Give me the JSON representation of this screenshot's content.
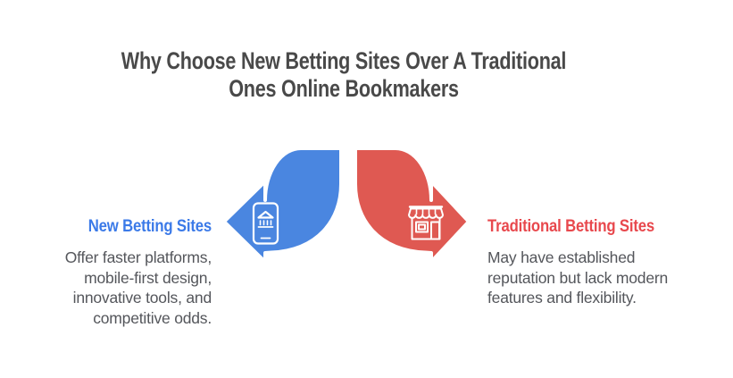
{
  "title": {
    "line1": "Why Choose New Betting Sites Over A Traditional",
    "line2": "Ones Online Bookmakers"
  },
  "comparison": {
    "left": {
      "label": "New Betting Sites",
      "description_lines": [
        "Offer faster platforms,",
        "mobile-first design,",
        "innovative tools, and",
        "competitive odds."
      ],
      "icon": "mobile-phone-betting-app-icon"
    },
    "right": {
      "label": "Traditional Betting Sites",
      "description_lines": [
        "May have established",
        "reputation but lack modern",
        "features and flexibility."
      ],
      "icon": "storefront-icon"
    }
  },
  "colors": {
    "background": "#ffffff",
    "title_text": "#494949",
    "body_text": "#54565b",
    "left_accent_text": "#3b7ae8",
    "right_accent_text": "#e8484d",
    "left_arrow_fill": "#4a86e0",
    "right_arrow_fill": "#df5952",
    "arrow_outline": "#ffffff",
    "icon_stroke": "#ffffff"
  }
}
